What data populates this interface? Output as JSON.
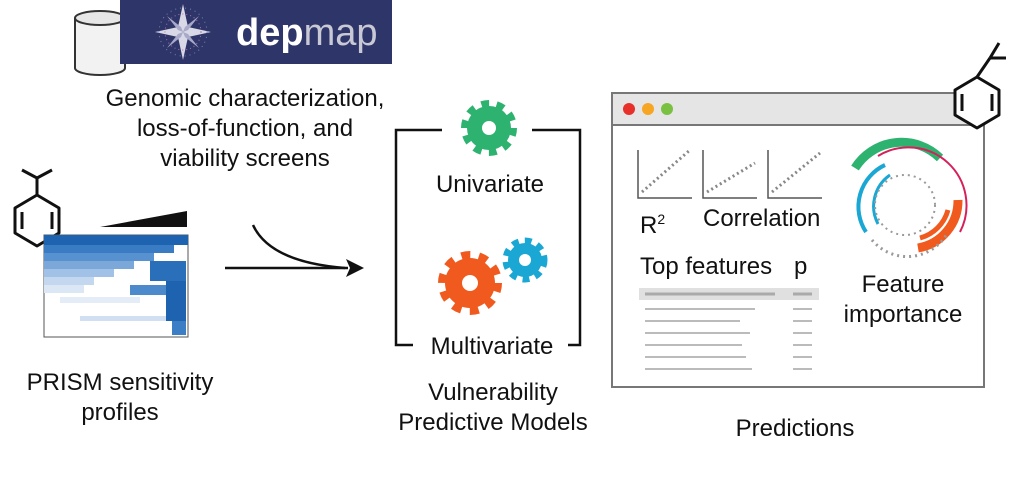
{
  "logo": {
    "text": "depmap",
    "colors": {
      "dep": "#ffffff",
      "map": "#c9c9d6",
      "bg": "#2e3568",
      "star": "#d8d8e6"
    }
  },
  "genomic_caption": {
    "lines": [
      "Genomic characterization,",
      "loss-of-function, and",
      "viability screens"
    ]
  },
  "prism_caption": {
    "lines": [
      "PRISM sensitivity",
      "profiles"
    ]
  },
  "models": {
    "univariate_label": "Univariate",
    "multivariate_label": "Multivariate",
    "caption_lines": [
      "Vulnerability",
      "Predictive Models"
    ],
    "colors": {
      "univariate_gear": "#2db36f",
      "multi_gear_large": "#f05a1e",
      "multi_gear_small": "#1ba7d4"
    }
  },
  "window": {
    "dots": [
      "#e8302a",
      "#f6a623",
      "#7ac142"
    ],
    "metric_labels": {
      "r2": "R",
      "r2_sup": "2",
      "correlation": "Correlation"
    },
    "table_headers": {
      "features": "Top features",
      "p": "p"
    },
    "feature_importance_lines": [
      "Feature",
      "importance"
    ],
    "ring_colors": [
      "#2db36f",
      "#d6205a",
      "#1ba7d4",
      "#f05a1e",
      "#9a9a9a"
    ]
  },
  "predictions_caption": "Predictions"
}
